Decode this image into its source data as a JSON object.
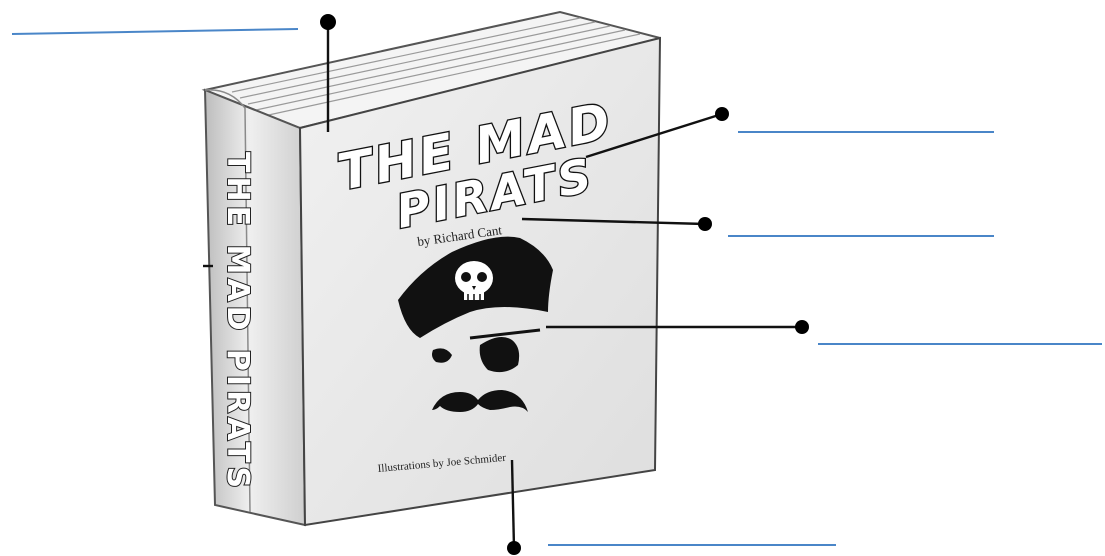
{
  "book": {
    "title_line1": "THE MAD",
    "title_line2": "PIRATS",
    "author": "by Richard Cant",
    "illustrator": "Illustrations by Joe Schmider",
    "spine_title": "THE MAD PIRATS"
  },
  "label_blanks": [
    {
      "id": "top-left-label",
      "text": ""
    },
    {
      "id": "title-label",
      "text": ""
    },
    {
      "id": "author-label",
      "text": ""
    },
    {
      "id": "illustration-label",
      "text": ""
    },
    {
      "id": "illustrator-label",
      "text": ""
    }
  ],
  "colors": {
    "answer_line": "#4a86c8",
    "ink": "#111111",
    "cover": "#e9e9e9",
    "spine": "#dcdcdc"
  }
}
